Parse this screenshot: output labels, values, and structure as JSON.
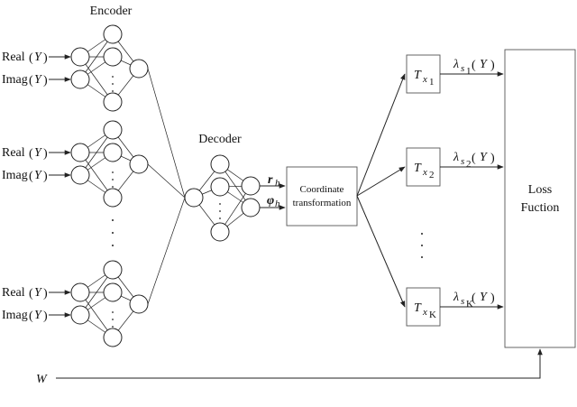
{
  "encoder": {
    "title": "Encoder",
    "blocks": [
      {
        "real_label": "Real",
        "imag_label": "Imag",
        "var": "Y"
      },
      {
        "real_label": "Real",
        "imag_label": "Imag",
        "var": "Y"
      },
      {
        "real_label": "Real",
        "imag_label": "Imag",
        "var": "Y"
      }
    ]
  },
  "decoder": {
    "title": "Decoder",
    "output_r": "r",
    "output_phi": "φ",
    "output_sub": "h"
  },
  "coordinate_box": {
    "line1": "Coordinate",
    "line2": "transformation"
  },
  "t_blocks": [
    {
      "symbol": "T",
      "sub": "x",
      "subsub": "1",
      "lambda": "λ",
      "lambda_sub": "s",
      "lambda_subsub": "1",
      "arg": "Y"
    },
    {
      "symbol": "T",
      "sub": "x",
      "subsub": "2",
      "lambda": "λ",
      "lambda_sub": "s",
      "lambda_subsub": "2",
      "arg": "Y"
    },
    {
      "symbol": "T",
      "sub": "x",
      "subsub": "K",
      "lambda": "λ",
      "lambda_sub": "s",
      "lambda_subsub": "K",
      "arg": "Y"
    }
  ],
  "loss_box": {
    "line1": "Loss",
    "line2": "Fuction"
  },
  "w_label": "W"
}
